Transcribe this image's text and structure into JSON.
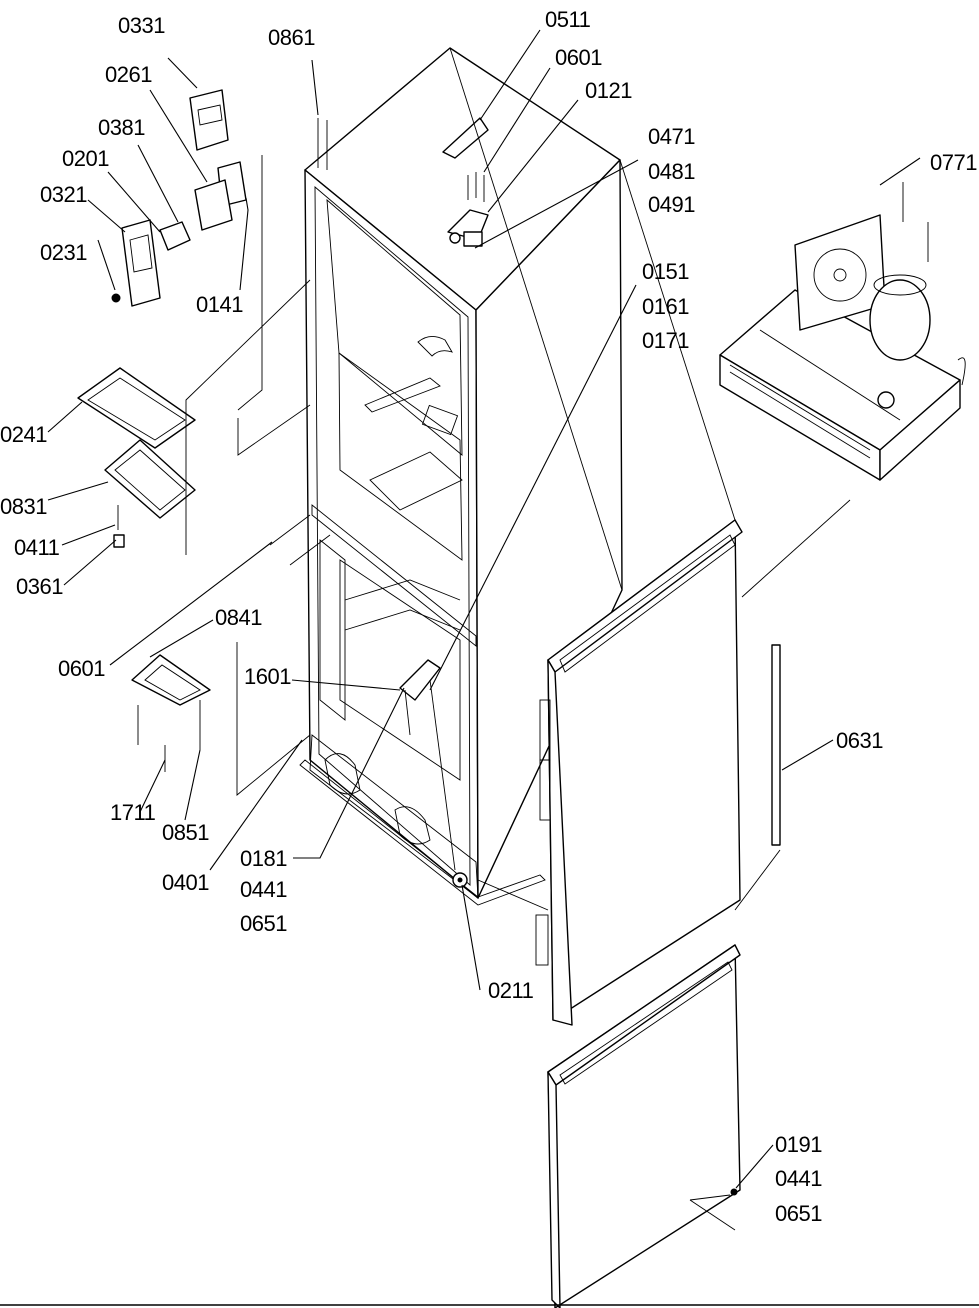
{
  "labels": {
    "l0331": "0331",
    "l0861": "0861",
    "l0511": "0511",
    "l0261": "0261",
    "l0601a": "0601",
    "l0121": "0121",
    "l0381": "0381",
    "l0201": "0201",
    "l0471": "0471",
    "l0481": "0481",
    "l0491": "0491",
    "l0321": "0321",
    "l0771": "0771",
    "l0231": "0231",
    "l0141": "0141",
    "l0151": "0151",
    "l0161": "0161",
    "l0171": "0171",
    "l0241": "0241",
    "l0831": "0831",
    "l0411": "0411",
    "l0361": "0361",
    "l0841": "0841",
    "l0601b": "0601",
    "l1601": "1601",
    "l0631": "0631",
    "l1711": "1711",
    "l0851": "0851",
    "l0181": "0181",
    "l0441a": "0441",
    "l0651a": "0651",
    "l0401": "0401",
    "l0211": "0211",
    "l0191": "0191",
    "l0441b": "0441",
    "l0651b": "0651"
  }
}
